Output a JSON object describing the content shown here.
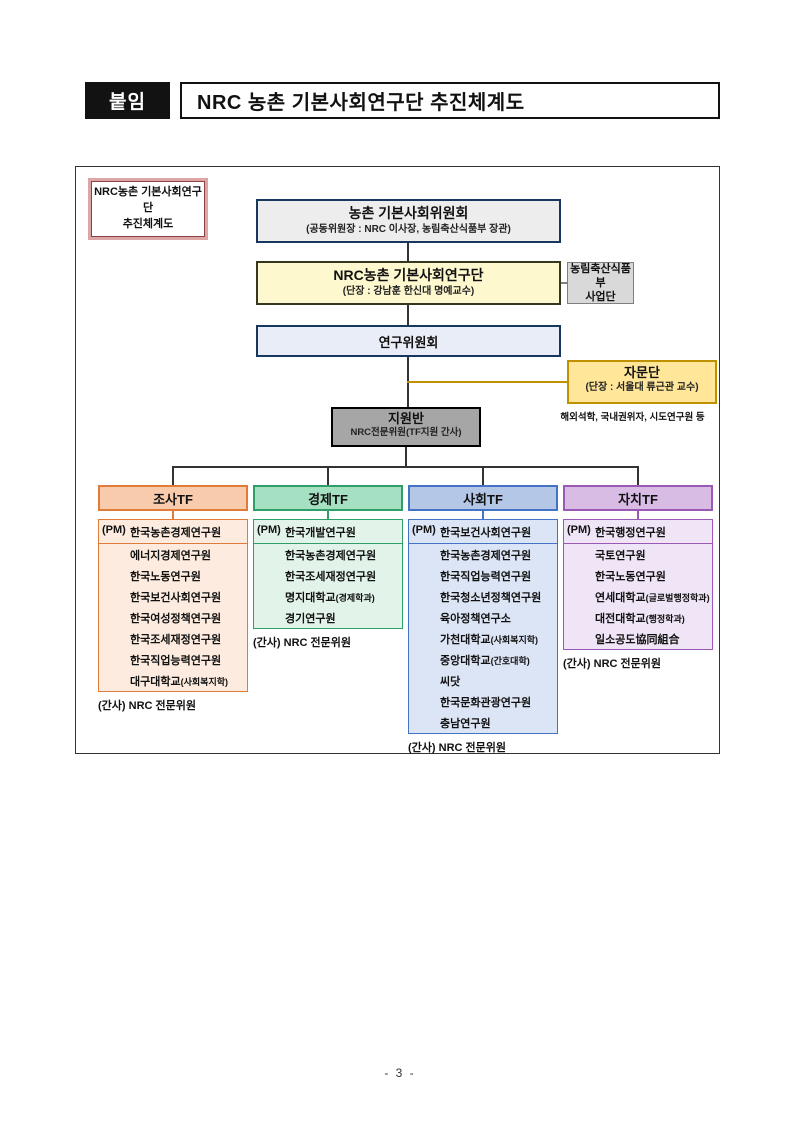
{
  "header": {
    "badge": "붙임",
    "title": "NRC 농촌 기본사회연구단 추진체계도"
  },
  "diagram": {
    "corner_label": {
      "line1": "NRC농촌 기본사회연구단",
      "line2": "추진체계도"
    },
    "committee": {
      "title": "농촌 기본사회위원회",
      "subtitle": "(공동위원장 : NRC 이사장, 농림축산식품부 장관)"
    },
    "research_group": {
      "title": "NRC농촌 기본사회연구단",
      "subtitle": "(단장 : 강남훈 한신대 명예교수)"
    },
    "maf_unit": {
      "line1": "농림축산식품부",
      "line2": "사업단"
    },
    "research_committee": {
      "title": "연구위원회"
    },
    "advisory_group": {
      "title": "자문단",
      "subtitle": "(단장 : 서울대 류근관 교수)",
      "note": "해외석학, 국내권위자, 시도연구원 등"
    },
    "support_team": {
      "title": "지원반",
      "subtitle": "NRC전문위원(TF지원 간사)"
    },
    "pm_label": "(PM)",
    "task_forces": [
      {
        "name": "조사TF",
        "pm": "한국농촌경제연구원",
        "members": [
          "에너지경제연구원",
          "한국노동연구원",
          "한국보건사회연구원",
          "한국여성정책연구원",
          "한국조세재정연구원",
          "한국직업능력연구원",
          "대구대학교(사회복지학)"
        ],
        "secretary": "(간사) NRC 전문위원",
        "colors": {
          "border": "#E07B39",
          "header_bg": "#F8CBAD",
          "list_bg": "#FCEBDE"
        }
      },
      {
        "name": "경제TF",
        "pm": "한국개발연구원",
        "members": [
          "한국농촌경제연구원",
          "한국조세재정연구원",
          "명지대학교(경제학과)",
          "경기연구원"
        ],
        "secretary": "(간사) NRC 전문위원",
        "colors": {
          "border": "#2F9E68",
          "header_bg": "#A5E0C3",
          "list_bg": "#E2F3EA"
        }
      },
      {
        "name": "사회TF",
        "pm": "한국보건사회연구원",
        "members": [
          "한국농촌경제연구원",
          "한국직업능력연구원",
          "한국청소년정책연구원",
          "육아정책연구소",
          "가천대학교(사회복지학)",
          "중앙대학교(간호대학)",
          "씨닷",
          "한국문화관광연구원",
          "충남연구원"
        ],
        "secretary": "(간사) NRC 전문위원",
        "colors": {
          "border": "#4472C4",
          "header_bg": "#B4C7E7",
          "list_bg": "#DCE5F5"
        }
      },
      {
        "name": "자치TF",
        "pm": "한국행정연구원",
        "members": [
          "국토연구원",
          "한국노동연구원",
          "연세대학교(글로벌행정학과)",
          "대전대학교(행정학과)",
          "일소공도協同組合"
        ],
        "secretary": "(간사) NRC 전문위원",
        "colors": {
          "border": "#9B59B6",
          "header_bg": "#D8BCE4",
          "list_bg": "#F0E5F6"
        }
      }
    ],
    "line_colors": {
      "default": "#333333",
      "advisory_branch": "#BF9000",
      "maf_branch": "#7f7f7f"
    }
  },
  "footer": {
    "page_number": "- 3 -"
  }
}
